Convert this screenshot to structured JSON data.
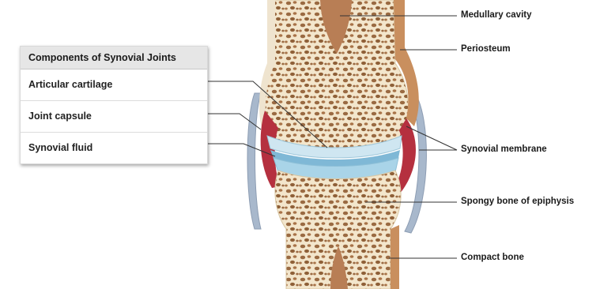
{
  "table": {
    "title": "Components of Synovial Joints",
    "rows": [
      "Articular cartilage",
      "Joint capsule",
      "Synovial fluid"
    ]
  },
  "labels": {
    "medullary_cavity": "Medullary cavity",
    "periosteum": "Periosteum",
    "synovial_membrane": "Synovial membrane",
    "spongy_bone": "Spongy bone of epiphysis",
    "compact_bone": "Compact bone"
  },
  "colors": {
    "bone": "#f2e3c6",
    "marrow": "#b87e55",
    "periosteum": "#c98f5e",
    "cartilage": "#a9d4e8",
    "capsule": "#a8b8cc",
    "synovial_fluid": "#b5303f"
  }
}
